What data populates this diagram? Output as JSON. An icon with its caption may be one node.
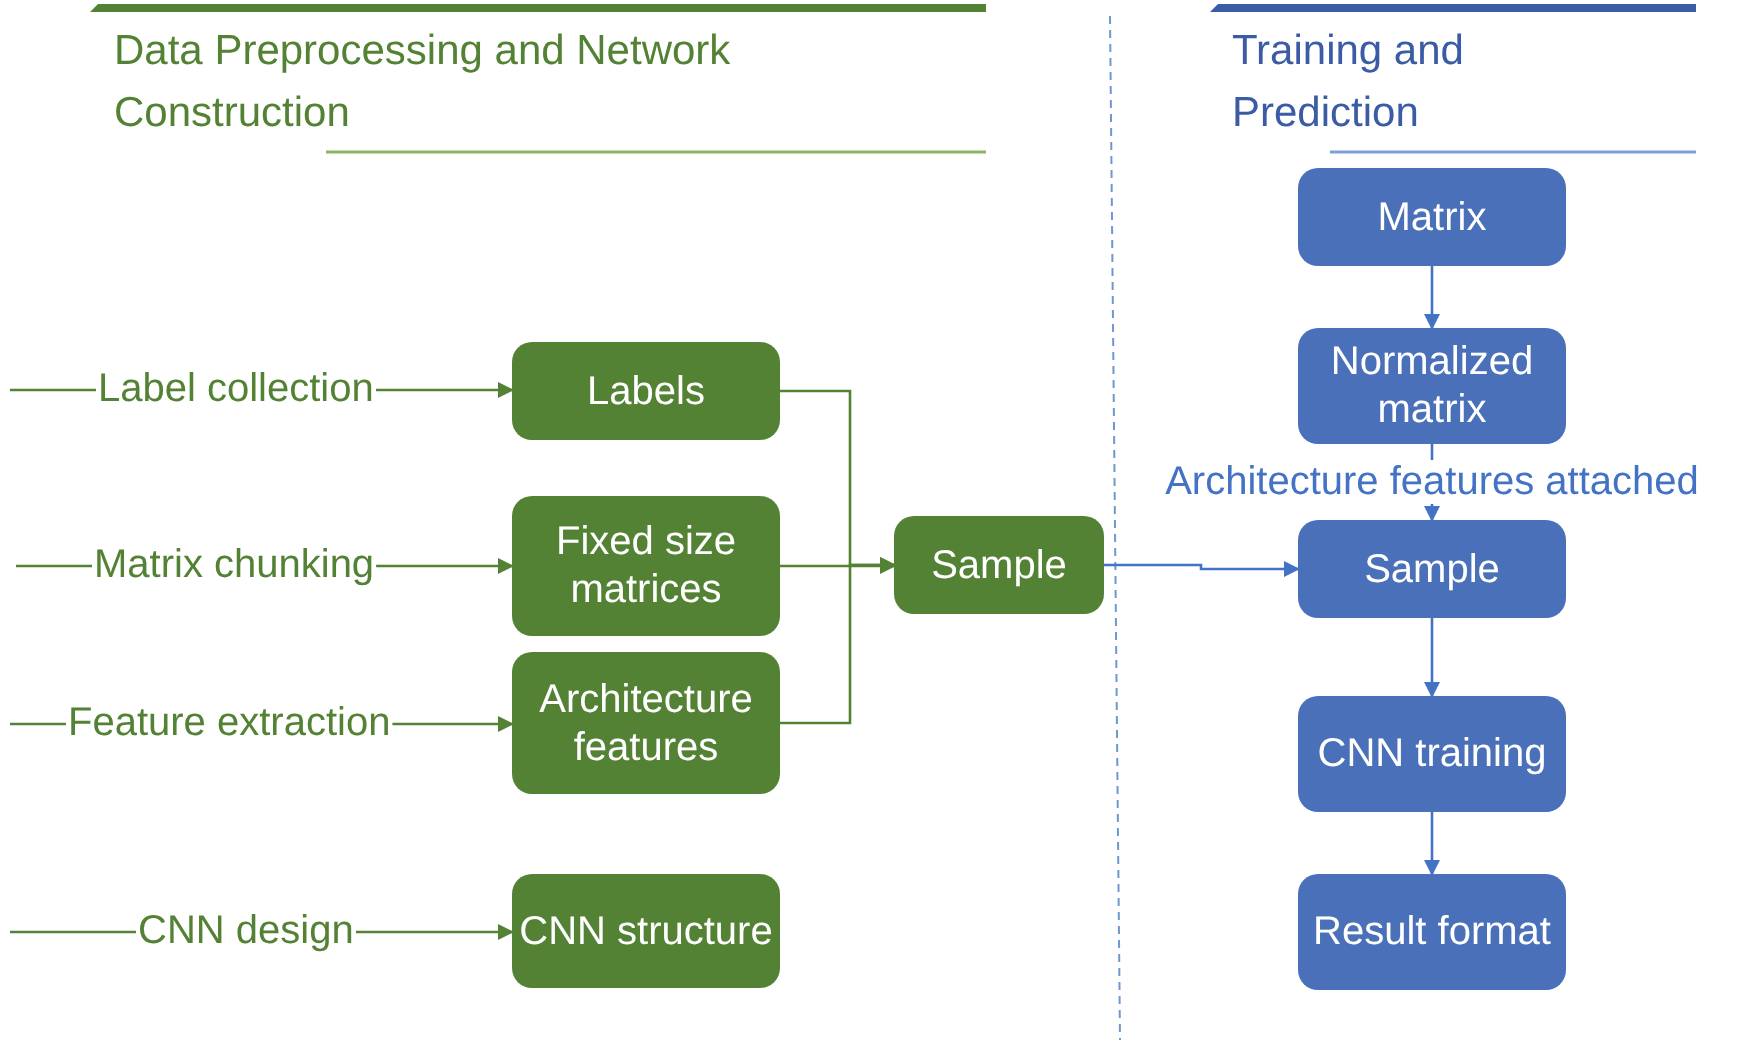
{
  "diagram": {
    "nodes": [
      {
        "text": [
          "Label collection"
        ]
      },
      {
        "text": [
          "Matrix chunking"
        ]
      },
      {
        "text": [
          "Feature extraction"
        ]
      },
      {
        "text": [
          "CNN design"
        ]
      },
      {
        "text": [
          "Labels"
        ]
      },
      {
        "text": [
          "Fixed size matrices"
        ]
      },
      {
        "text": [
          "Architecture features"
        ]
      },
      {
        "text": [
          "CNN structure"
        ]
      },
      {
        "text": [
          "Sample"
        ]
      },
      {
        "text": [
          "Matrix"
        ]
      },
      {
        "text": [
          "Normalized matrix"
        ]
      },
      {
        "text": [
          "Sample"
        ]
      },
      {
        "text": [
          "CNN training"
        ]
      },
      {
        "text": [
          "Result format"
        ]
      }
    ],
    "edges": [
      {
        "from": null,
        "to": 0,
        "arrow": "none"
      },
      {
        "from": 0,
        "to": 4,
        "arrow": "to"
      },
      {
        "from": null,
        "to": 1,
        "arrow": "none"
      },
      {
        "from": 1,
        "to": 5,
        "arrow": "to"
      },
      {
        "from": null,
        "to": 2,
        "arrow": "none"
      },
      {
        "from": 2,
        "to": 6,
        "arrow": "to"
      },
      {
        "from": null,
        "to": 3,
        "arrow": "none"
      },
      {
        "from": 3,
        "to": 7,
        "arrow": "to"
      },
      {
        "from": 4,
        "to": 8,
        "arrow": "to"
      },
      {
        "from": 5,
        "to": 8,
        "arrow": "to"
      },
      {
        "from": 6,
        "to": 8,
        "arrow": "to"
      },
      {
        "from": 8,
        "to": 11,
        "arrow": "to",
        "color": "#4472c4"
      },
      {
        "from": 9,
        "to": 10,
        "arrow": "to",
        "color": "#4472c4"
      },
      {
        "from": 10,
        "to": 11,
        "arrow": "to",
        "label": "Architecture features attached",
        "color": "#4472c4"
      },
      {
        "from": 11,
        "to": 12,
        "arrow": "to",
        "color": "#4472c4"
      },
      {
        "from": 12,
        "to": 13,
        "arrow": "to",
        "color": "#4472c4"
      }
    ],
    "labels": [
      "Data Preprocessing and Network Construction",
      "Training and Prediction"
    ]
  }
}
